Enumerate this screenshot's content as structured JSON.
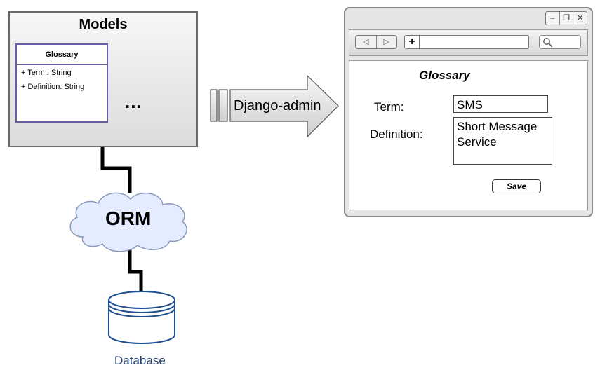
{
  "models": {
    "title": "Models",
    "class_name": "Glossary",
    "attributes": [
      "+ Term : String",
      "+ Definition: String"
    ],
    "more": "..."
  },
  "arrow": {
    "label": "Django-admin"
  },
  "orm": {
    "label": "ORM"
  },
  "database": {
    "label": "Database"
  },
  "browser": {
    "window_controls": [
      "–",
      "❐",
      "✕"
    ],
    "nav": [
      "◁",
      "▷"
    ],
    "url_prefix": "+",
    "form": {
      "title": "Glossary",
      "term_label": "Term:",
      "term_value": "SMS",
      "definition_label": "Definition:",
      "definition_value": "Short Message Service",
      "save_label": "Save"
    }
  },
  "colors": {
    "uml_border": "#6b5aa8",
    "cloud_fill": "#e6ecff",
    "database_stroke": "#1f4f8f",
    "database_label": "#1f3d6b"
  }
}
